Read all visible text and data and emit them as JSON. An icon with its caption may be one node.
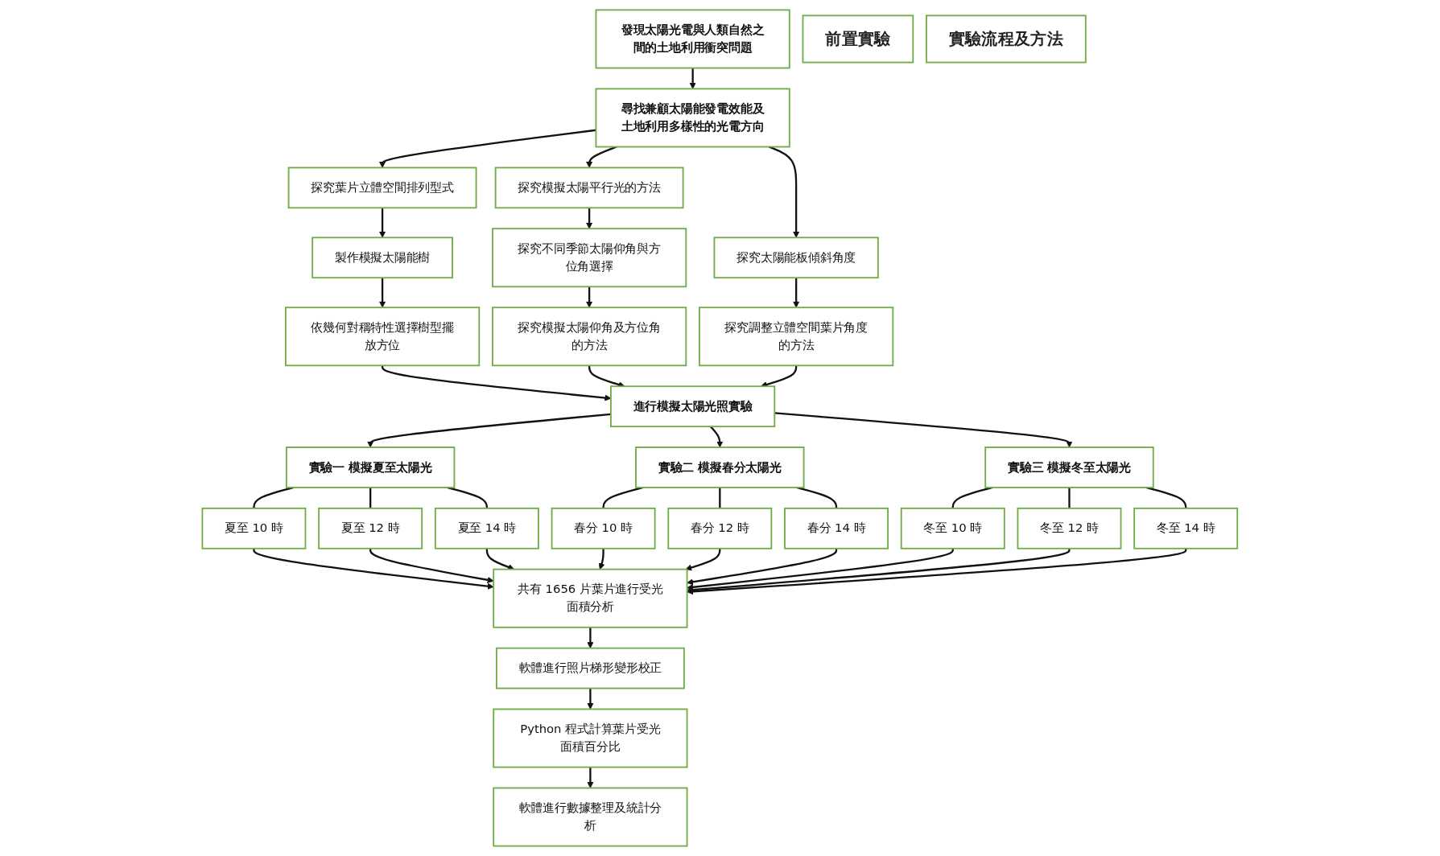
{
  "diagram": {
    "nodes": [
      {
        "text": [
          "發現太陽光電與人類自然之間的土地利用衝突問題"
        ]
      },
      {
        "text": [
          "尋找兼顧太陽能發電效能及土地利用多樣性的光電方向"
        ]
      },
      {
        "text": [
          "探究葉片立體空間排列型式"
        ]
      },
      {
        "text": [
          "探究模擬太陽平行光的方法"
        ]
      },
      {
        "text": [
          "探究太陽能板傾斜角度"
        ]
      },
      {
        "text": [
          "製作模擬太陽能樹"
        ]
      },
      {
        "text": [
          "探究不同季節太陽仰角與方位角選擇"
        ]
      },
      {
        "text": [
          "探究調整立體空間葉片角度的方法"
        ]
      },
      {
        "text": [
          "依幾何對稱特性選擇樹型擺放方位"
        ]
      },
      {
        "text": [
          "探究模擬太陽仰角及方位角的方法"
        ]
      },
      {
        "text": [
          "進行模擬太陽光照實驗"
        ]
      },
      {
        "text": [
          "實驗一 模擬夏至太陽光"
        ]
      },
      {
        "text": [
          "實驗二 模擬春分太陽光"
        ]
      },
      {
        "text": [
          "實驗三 模擬冬至太陽光"
        ]
      },
      {
        "text": [
          "夏至 10 時"
        ]
      },
      {
        "text": [
          "夏至 12 時"
        ]
      },
      {
        "text": [
          "夏至 14 時"
        ]
      },
      {
        "text": [
          "春分 10 時"
        ]
      },
      {
        "text": [
          "春分 12 時"
        ]
      },
      {
        "text": [
          "春分 14 時"
        ]
      },
      {
        "text": [
          "冬至 10 時"
        ]
      },
      {
        "text": [
          "冬至 12 時"
        ]
      },
      {
        "text": [
          "冬至 14 時"
        ]
      },
      {
        "text": [
          "共有 1656 片葉片進行受光面積分析"
        ]
      },
      {
        "text": [
          "軟體進行照片梯形變形校正"
        ]
      },
      {
        "text": [
          "Python 程式計算葉片受光面積百分比"
        ]
      },
      {
        "text": [
          "軟體進行數據整理及統計分析"
        ]
      },
      {
        "text": [
          "前置實驗"
        ]
      },
      {
        "text": [
          "實驗流程及方法"
        ]
      }
    ],
    "edges": [
      {
        "from": 0,
        "to": 1,
        "arrow": "to"
      },
      {
        "from": 1,
        "to": 2,
        "arrow": "to"
      },
      {
        "from": 1,
        "to": 3,
        "arrow": "to"
      },
      {
        "from": 1,
        "to": 4,
        "arrow": "to"
      },
      {
        "from": 2,
        "to": 5,
        "arrow": "to"
      },
      {
        "from": 3,
        "to": 6,
        "arrow": "to"
      },
      {
        "from": 4,
        "to": 7,
        "arrow": "to"
      },
      {
        "from": 5,
        "to": 8,
        "arrow": "to"
      },
      {
        "from": 6,
        "to": 9,
        "arrow": "to"
      },
      {
        "from": 8,
        "to": 10,
        "arrow": "to"
      },
      {
        "from": 9,
        "to": 10,
        "arrow": "to"
      },
      {
        "from": 7,
        "to": 10,
        "arrow": "to"
      },
      {
        "from": 10,
        "to": 11,
        "arrow": "to"
      },
      {
        "from": 10,
        "to": 12,
        "arrow": "to"
      },
      {
        "from": 10,
        "to": 13,
        "arrow": "to"
      },
      {
        "from": 11,
        "to": 14,
        "arrow": "none"
      },
      {
        "from": 11,
        "to": 15,
        "arrow": "none"
      },
      {
        "from": 11,
        "to": 16,
        "arrow": "none"
      },
      {
        "from": 12,
        "to": 17,
        "arrow": "none"
      },
      {
        "from": 12,
        "to": 18,
        "arrow": "none"
      },
      {
        "from": 12,
        "to": 19,
        "arrow": "none"
      },
      {
        "from": 13,
        "to": 20,
        "arrow": "none"
      },
      {
        "from": 13,
        "to": 21,
        "arrow": "none"
      },
      {
        "from": 13,
        "to": 22,
        "arrow": "none"
      },
      {
        "from": 14,
        "to": 23,
        "arrow": "to"
      },
      {
        "from": 15,
        "to": 23,
        "arrow": "to"
      },
      {
        "from": 16,
        "to": 23,
        "arrow": "to"
      },
      {
        "from": 17,
        "to": 23,
        "arrow": "to"
      },
      {
        "from": 18,
        "to": 23,
        "arrow": "to"
      },
      {
        "from": 19,
        "to": 23,
        "arrow": "to"
      },
      {
        "from": 20,
        "to": 23,
        "arrow": "to"
      },
      {
        "from": 21,
        "to": 23,
        "arrow": "to"
      },
      {
        "from": 22,
        "to": 23,
        "arrow": "to"
      },
      {
        "from": 23,
        "to": 24,
        "arrow": "to"
      },
      {
        "from": 24,
        "to": 25,
        "arrow": "to"
      },
      {
        "from": 25,
        "to": 26,
        "arrow": "to"
      }
    ]
  }
}
